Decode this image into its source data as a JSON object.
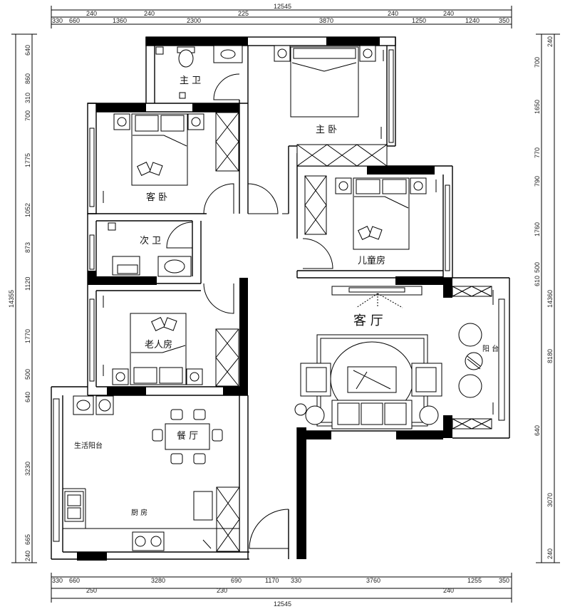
{
  "dimensions": {
    "top_total": "12545",
    "top_row1": [
      "240",
      "240",
      "225",
      "240",
      "240"
    ],
    "top_row2": [
      "330",
      "660",
      "1360",
      "2300",
      "3870",
      "1250",
      "1240",
      "350"
    ],
    "bottom_row1": [
      "330",
      "660",
      "3280",
      "690",
      "1170",
      "330",
      "3760",
      "1255",
      "350"
    ],
    "bottom_row2": [
      "250",
      "230",
      "240"
    ],
    "bottom_total": "12545",
    "left_total": "14355",
    "left": [
      "640",
      "860",
      "310",
      "700",
      "1775",
      "1052",
      "873",
      "1120",
      "1770",
      "500",
      "640",
      "3230",
      "665",
      "240"
    ],
    "right_total": "14360",
    "right_outer": [
      "240",
      "8180",
      "3070",
      "240"
    ],
    "right_inner": [
      "700",
      "1650",
      "770",
      "790",
      "1760",
      "500",
      "610",
      "640"
    ]
  },
  "rooms": {
    "master_bath": "主 卫",
    "master_bedroom": "主 卧",
    "guest_bedroom": "客 卧",
    "second_bath": "次 卫",
    "kids_room": "儿童房",
    "living_room": "客 厅",
    "elder_room": "老人房",
    "balcony": "阳 台",
    "dining": "餐 厅",
    "utility_balcony": "生活阳台",
    "kitchen": "厨 房"
  }
}
